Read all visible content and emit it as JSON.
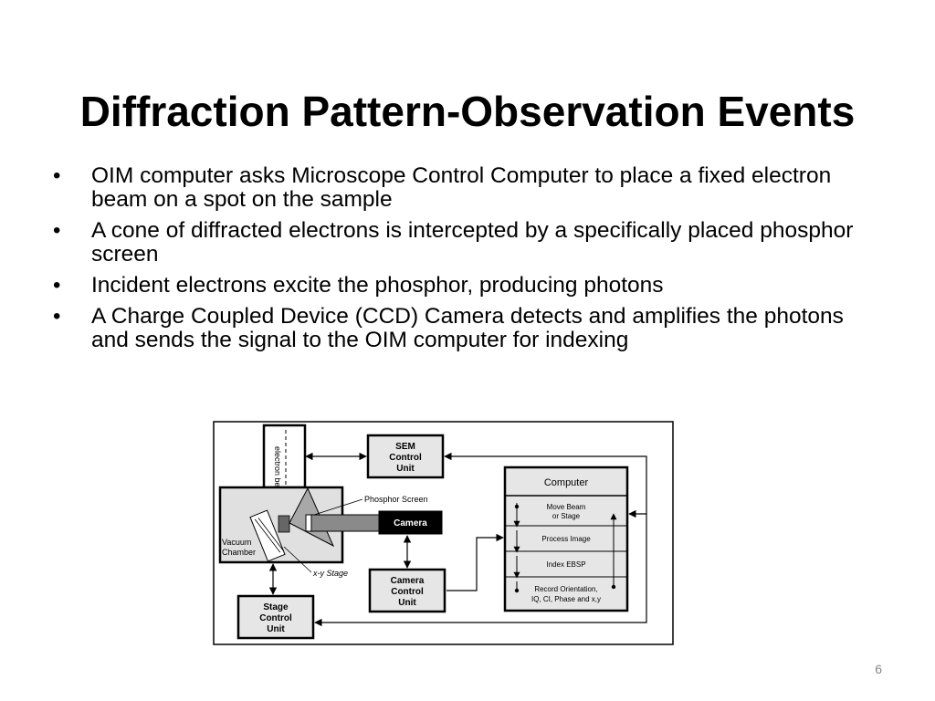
{
  "slide": {
    "title": "Diffraction Pattern-Observation Events",
    "bullets": [
      "OIM computer asks Microscope Control Computer to place a fixed electron beam on a spot on the sample",
      "A cone of diffracted electrons is intercepted by a specifically placed phosphor screen",
      "Incident electrons excite the phosphor, producing photons",
      "A Charge Coupled Device (CCD) Camera detects and amplifies the photons and sends the signal to the OIM computer for indexing"
    ],
    "page_number": "6"
  },
  "diagram": {
    "electron_beam": "electron beam",
    "sem_control": [
      "SEM",
      "Control",
      "Unit"
    ],
    "phosphor_screen": "Phosphor Screen",
    "camera": "Camera",
    "vacuum_chamber": [
      "Vacuum",
      "Chamber"
    ],
    "xy_stage": "x-y Stage",
    "camera_control": [
      "Camera",
      "Control",
      "Unit"
    ],
    "stage_control": [
      "Stage",
      "Control",
      "Unit"
    ],
    "computer": "Computer",
    "computer_steps": {
      "move_beam": [
        "Move Beam",
        "or Stage"
      ],
      "process_image": "Process Image",
      "index_ebsp": "Index EBSP",
      "record": [
        "Record Orientation,",
        "IQ, CI, Phase and x,y"
      ]
    }
  }
}
